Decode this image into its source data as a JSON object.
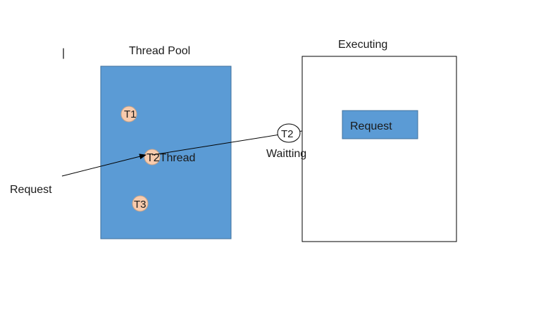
{
  "diagram": {
    "cursor_mark": "|",
    "thread_pool": {
      "title": "Thread Pool",
      "threads": [
        {
          "id": "T1",
          "label": "T1"
        },
        {
          "id": "T2",
          "label": "T2"
        },
        {
          "id": "T3",
          "label": "T3"
        }
      ],
      "active_thread_suffix": "Thread"
    },
    "incoming": {
      "label": "Request"
    },
    "waiting": {
      "thread_label": "T2",
      "status_label": "Waitting"
    },
    "executing": {
      "title": "Executing",
      "request_label": "Request"
    },
    "colors": {
      "pool_fill": "#5b9bd5",
      "pool_stroke": "#41719c",
      "thread_fill": "#f8cbad",
      "thread_stroke": "#c5a38a",
      "box_stroke": "#000000",
      "arrow": "#000000"
    }
  }
}
